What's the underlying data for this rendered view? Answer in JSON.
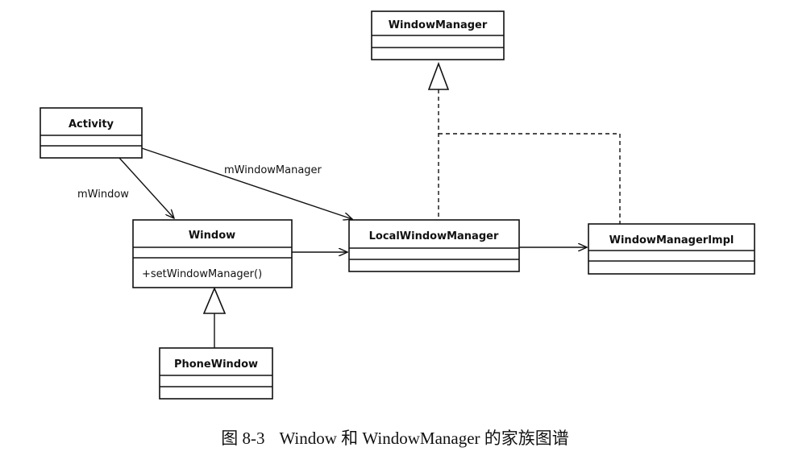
{
  "classes": {
    "window_manager": {
      "name": "WindowManager"
    },
    "activity": {
      "name": "Activity"
    },
    "window": {
      "name": "Window",
      "operation": "+setWindowManager()"
    },
    "local_window_manager": {
      "name": "LocalWindowManager"
    },
    "window_manager_impl": {
      "name": "WindowManagerImpl"
    },
    "phone_window": {
      "name": "PhoneWindow"
    }
  },
  "associations": {
    "m_window": "mWindow",
    "m_window_manager": "mWindowManager"
  },
  "caption": {
    "figure_number": "图 8-3",
    "text": "Window 和 WindowManager 的家族图谱"
  }
}
